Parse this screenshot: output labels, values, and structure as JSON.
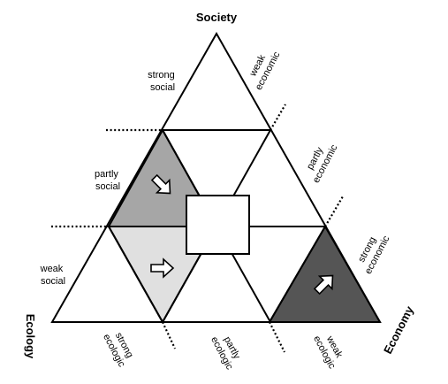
{
  "vertices": {
    "top": "Society",
    "left": "Ecology",
    "right": "Economy"
  },
  "social_levels": {
    "strong": [
      "strong",
      "social"
    ],
    "partly": [
      "partly",
      "social"
    ],
    "weak": [
      "weak",
      "social"
    ]
  },
  "economic_levels": {
    "weak": [
      "weak",
      "economic"
    ],
    "partly": [
      "partly",
      "economic"
    ],
    "strong": [
      "strong",
      "economic"
    ]
  },
  "ecologic_levels": {
    "strong": [
      "strong",
      "ecologic"
    ],
    "partly": [
      "partly",
      "ecologic"
    ],
    "weak": [
      "weak",
      "ecologic"
    ]
  },
  "colors": {
    "partly_social_fill": "#a6a6a6",
    "weak_social_fill": "#e0e0e0",
    "strong_economic_fill": "#555555",
    "center_fill": "#ffffff",
    "line": "#000000"
  },
  "icons": {
    "arrow_partly_social": "arrow-down-right-icon",
    "arrow_weak_social": "arrow-right-icon",
    "arrow_strong_economic": "arrow-up-right-icon"
  }
}
